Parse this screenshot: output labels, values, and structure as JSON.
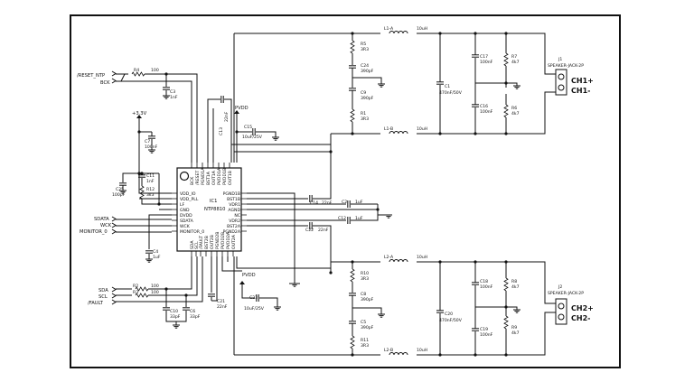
{
  "ic": {
    "ref": "IC1",
    "part": "NTP8810",
    "left_pins": [
      "VDD_IO",
      "VDD_PLL",
      "LF",
      "GND",
      "DVDD",
      "SDATA",
      "WCK",
      "MONITOR_0"
    ],
    "right_pins": [
      "PGND1B",
      "BST1B",
      "VDR1",
      "AGND",
      "NC",
      "VDR2",
      "BST2A",
      "PGND2A"
    ],
    "top_pins": [
      "BCK",
      "/RESET",
      "PGND1A",
      "BST1A",
      "OUT1A",
      "PVDD1A",
      "PVDD1B",
      "OUT1B"
    ],
    "bottom_pins": [
      "SDA",
      "SCL",
      "/FAULT",
      "BST2B",
      "OUT2B",
      "PGND2B",
      "PVDD2B",
      "PVDD2A",
      "OUT2A"
    ]
  },
  "signals": {
    "reset": "/RESET_NTP",
    "bck": "BCK",
    "sdata": "SDATA",
    "wck": "WCK",
    "monitor": "MONITOR_0",
    "sda": "SDA",
    "scl": "SCL",
    "fault": "/FAULT"
  },
  "power": {
    "v33": "+3.3V",
    "pvdd_top": "PVDD",
    "pvdd_bottom": "PVDD"
  },
  "components": {
    "R4": {
      "ref": "R4",
      "value": "100"
    },
    "C3": {
      "ref": "C3",
      "value": "1nF"
    },
    "C7": {
      "ref": "C7",
      "value": "100nF"
    },
    "C11": {
      "ref": "C11",
      "value": "1nF"
    },
    "R12": {
      "ref": "R12",
      "value": "3k3"
    },
    "C25": {
      "ref": "C25",
      "value": "100pF"
    },
    "C4": {
      "ref": "C4",
      "value": "1uF"
    },
    "C13": {
      "ref": "C13",
      "value": "22nF"
    },
    "C15": {
      "ref": "C15",
      "value": "10uF/25V"
    },
    "C14": {
      "ref": "C14",
      "value": "22nF"
    },
    "C2": {
      "ref": "C2",
      "value": "1uF"
    },
    "C12": {
      "ref": "C12",
      "value": "1uF"
    },
    "C22": {
      "ref": "C22",
      "value": "22nF"
    },
    "R2": {
      "ref": "R2",
      "value": "100"
    },
    "R3": {
      "ref": "R3",
      "value": "100"
    },
    "C10": {
      "ref": "C10",
      "value": "33pF"
    },
    "C6": {
      "ref": "C6",
      "value": "33pF"
    },
    "C21": {
      "ref": "C21",
      "value": "22nF"
    },
    "C23": {
      "ref": "C23",
      "value": "10uF/25V"
    },
    "R5": {
      "ref": "R5",
      "value": "3R3"
    },
    "C24": {
      "ref": "C24",
      "value": "390pF"
    },
    "C9": {
      "ref": "C9",
      "value": "390pF"
    },
    "R1": {
      "ref": "R1",
      "value": "3R3"
    },
    "C1": {
      "ref": "C1",
      "value": "470nF/50V"
    },
    "C17": {
      "ref": "C17",
      "value": "100nF"
    },
    "C16": {
      "ref": "C16",
      "value": "100nF"
    },
    "R7": {
      "ref": "R7",
      "value": "4k7"
    },
    "R6": {
      "ref": "R6",
      "value": "4k7"
    },
    "R10": {
      "ref": "R10",
      "value": "3R3"
    },
    "C8": {
      "ref": "C8",
      "value": "390pF"
    },
    "C5": {
      "ref": "C5",
      "value": "390pF"
    },
    "R11": {
      "ref": "R11",
      "value": "3R3"
    },
    "C20": {
      "ref": "C20",
      "value": "470nF/50V"
    },
    "C18": {
      "ref": "C18",
      "value": "100nF"
    },
    "C19": {
      "ref": "C19",
      "value": "100nF"
    },
    "R8": {
      "ref": "R8",
      "value": "4k7"
    },
    "R9": {
      "ref": "R9",
      "value": "4k7"
    }
  },
  "inductors": {
    "L1A": {
      "ref": "L1-A",
      "value": "10uH"
    },
    "L1B": {
      "ref": "L1-B",
      "value": "10uH"
    },
    "L2A": {
      "ref": "L2-A",
      "value": "10uH"
    },
    "L2B": {
      "ref": "L2-B",
      "value": "10uH"
    }
  },
  "connectors": {
    "J1": {
      "ref": "J1",
      "part": "SPEAKER-JACK-2P",
      "pin1": "CH1+",
      "pin2": "CH1-"
    },
    "J2": {
      "ref": "J2",
      "part": "SPEAKER-JACK-2P",
      "pin1": "CH2+",
      "pin2": "CH2-"
    }
  }
}
